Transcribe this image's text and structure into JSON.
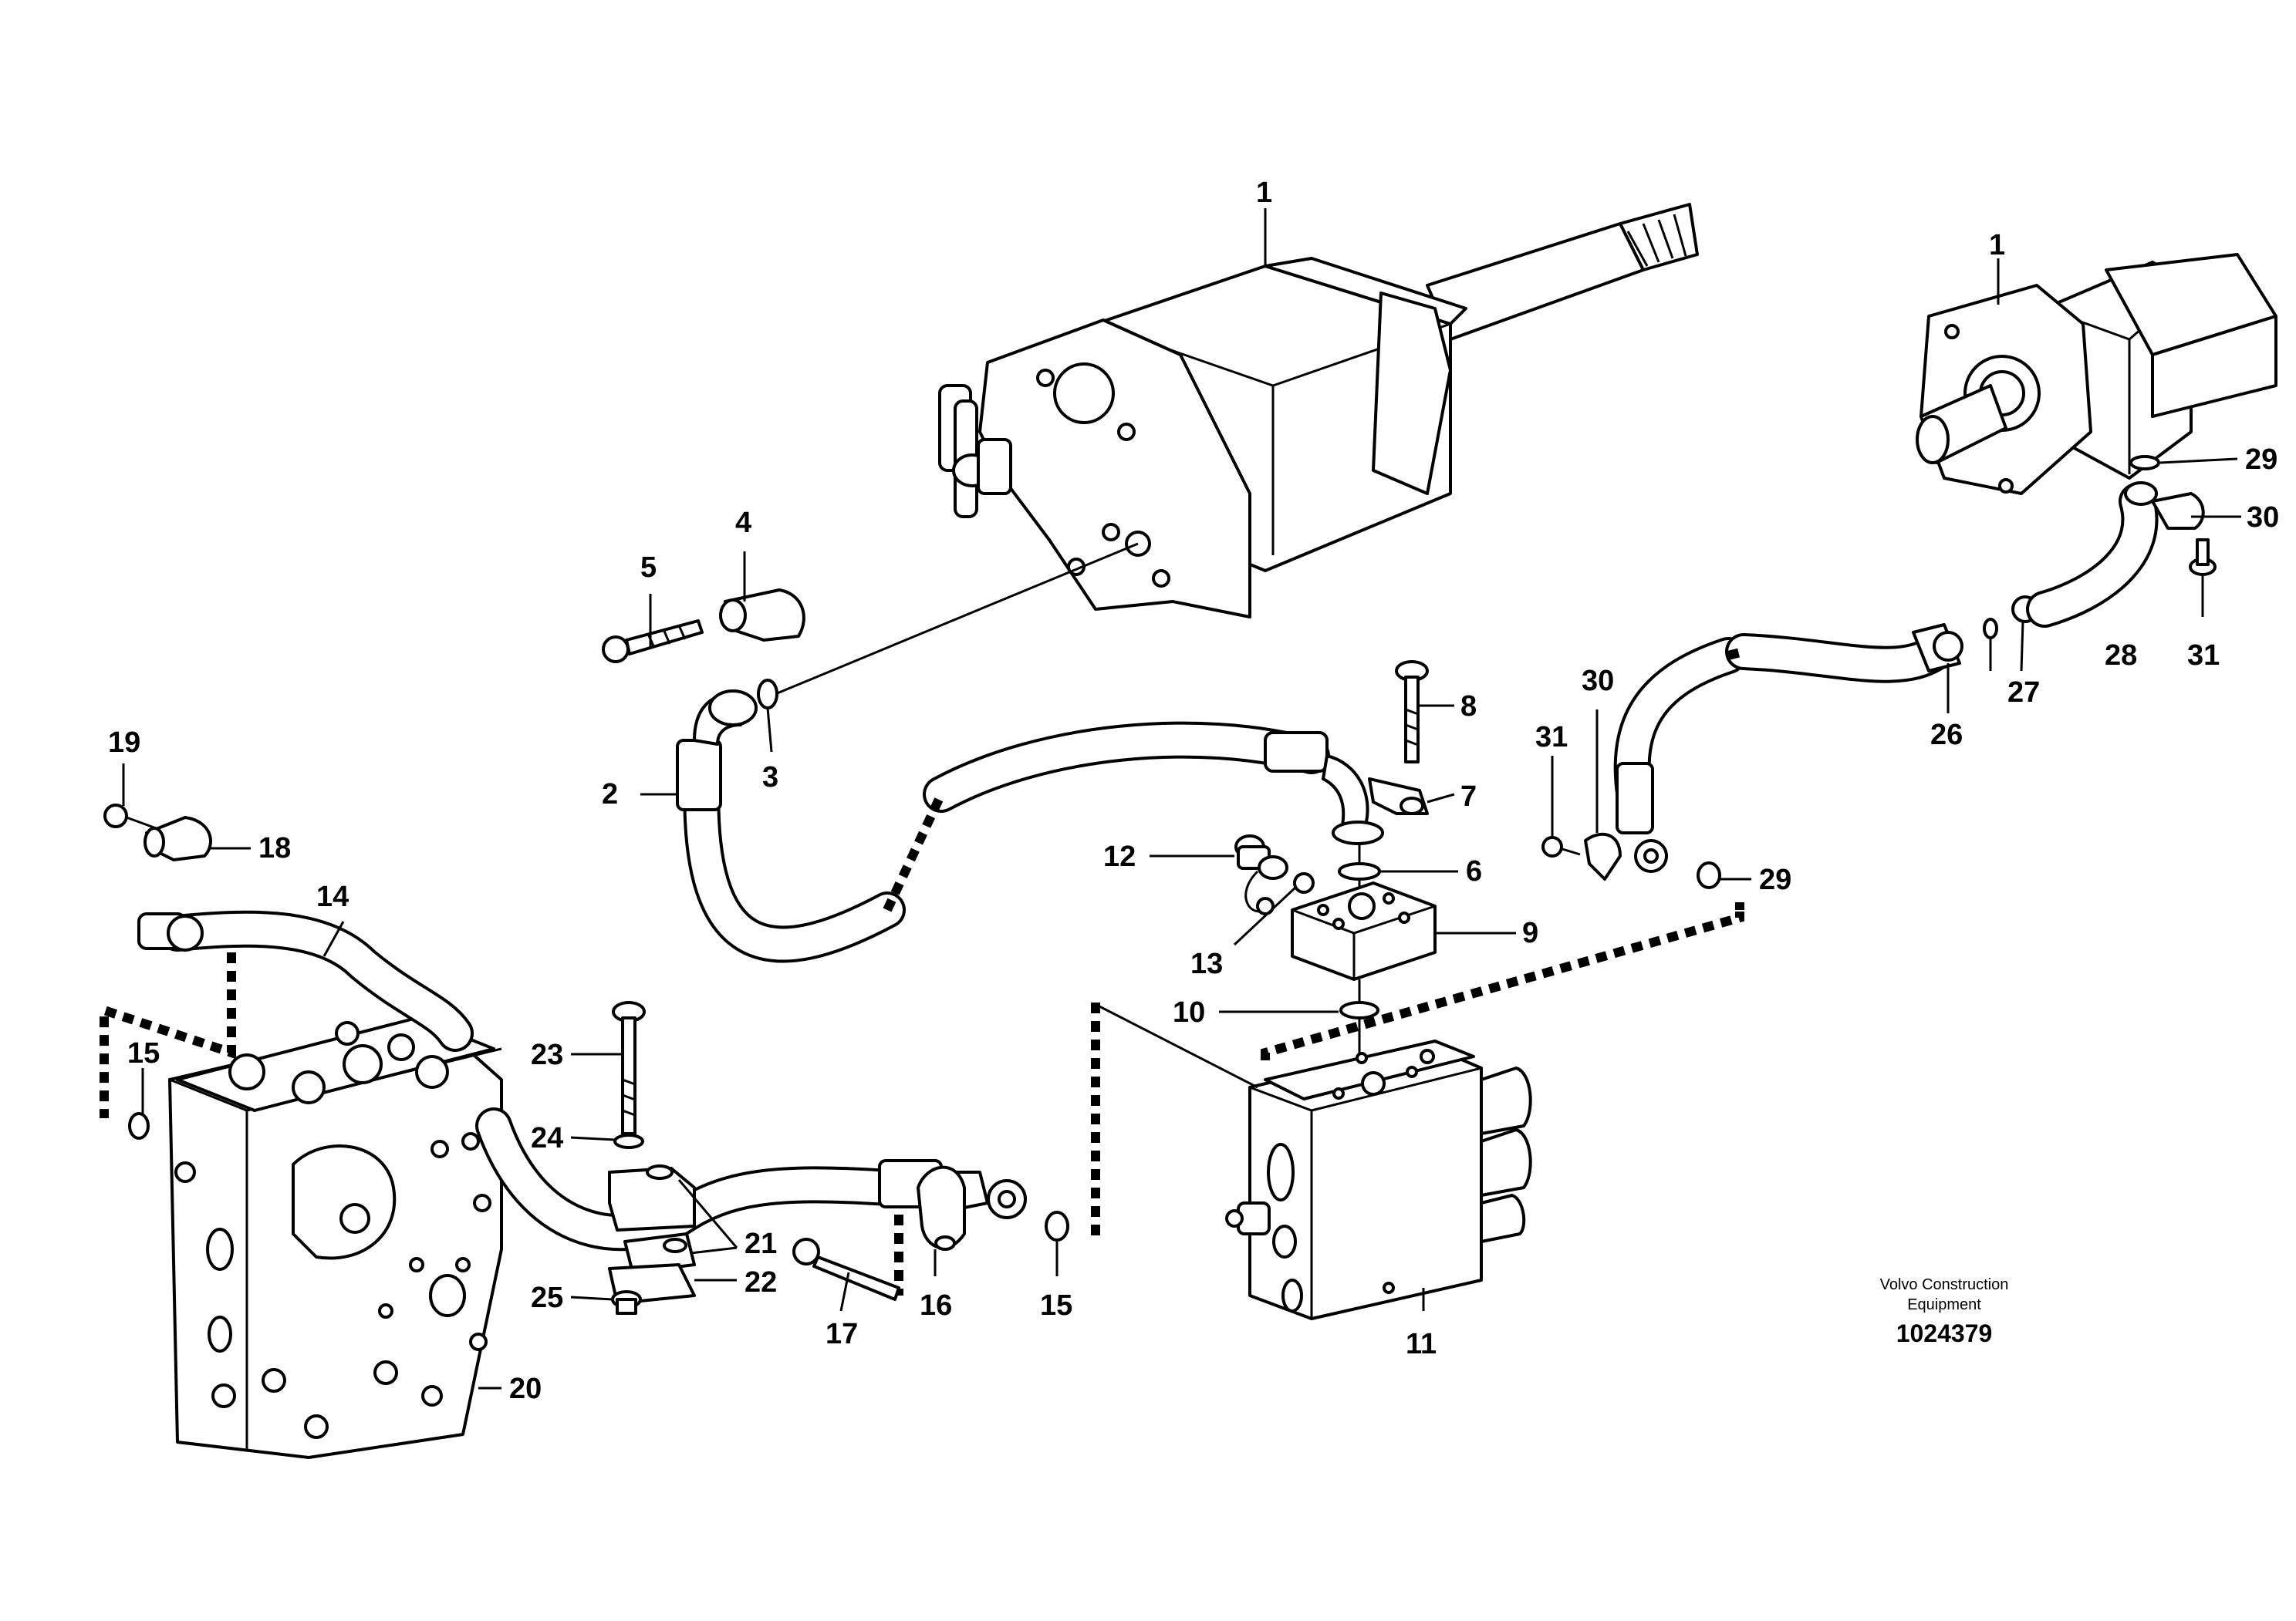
{
  "diagram": {
    "callouts": [
      {
        "id": "c1a",
        "label": "1"
      },
      {
        "id": "c1b",
        "label": "1"
      },
      {
        "id": "c2",
        "label": "2"
      },
      {
        "id": "c3",
        "label": "3"
      },
      {
        "id": "c4",
        "label": "4"
      },
      {
        "id": "c5",
        "label": "5"
      },
      {
        "id": "c6",
        "label": "6"
      },
      {
        "id": "c7",
        "label": "7"
      },
      {
        "id": "c8",
        "label": "8"
      },
      {
        "id": "c9",
        "label": "9"
      },
      {
        "id": "c10",
        "label": "10"
      },
      {
        "id": "c11",
        "label": "11"
      },
      {
        "id": "c12",
        "label": "12"
      },
      {
        "id": "c13",
        "label": "13"
      },
      {
        "id": "c14",
        "label": "14"
      },
      {
        "id": "c15a",
        "label": "15"
      },
      {
        "id": "c15b",
        "label": "15"
      },
      {
        "id": "c16",
        "label": "16"
      },
      {
        "id": "c17",
        "label": "17"
      },
      {
        "id": "c18",
        "label": "18"
      },
      {
        "id": "c19",
        "label": "19"
      },
      {
        "id": "c20",
        "label": "20"
      },
      {
        "id": "c21",
        "label": "21"
      },
      {
        "id": "c22",
        "label": "22"
      },
      {
        "id": "c23",
        "label": "23"
      },
      {
        "id": "c24",
        "label": "24"
      },
      {
        "id": "c25",
        "label": "25"
      },
      {
        "id": "c26",
        "label": "26"
      },
      {
        "id": "c27",
        "label": "27"
      },
      {
        "id": "c28",
        "label": "28"
      },
      {
        "id": "c29a",
        "label": "29"
      },
      {
        "id": "c29b",
        "label": "29"
      },
      {
        "id": "c30a",
        "label": "30"
      },
      {
        "id": "c30b",
        "label": "30"
      },
      {
        "id": "c31a",
        "label": "31"
      },
      {
        "id": "c31b",
        "label": "31"
      }
    ],
    "brand_line1": "Volvo Construction",
    "brand_line2": "Equipment",
    "document_number": "1024379"
  }
}
